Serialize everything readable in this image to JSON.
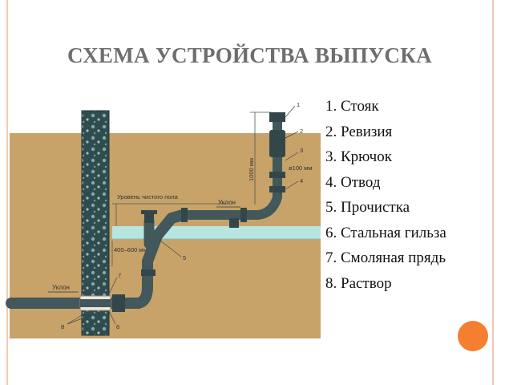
{
  "title": "СХЕМА УСТРОЙСТВА ВЫПУСКА",
  "legend": [
    "1. Стояк",
    "2. Ревизия",
    "3. Крючок",
    "4. Отвод",
    "5. Прочистка",
    "6. Стальная гильза",
    "7. Смоляная прядь",
    "8. Раствор"
  ],
  "diagram": {
    "floor_level_label": "Уровень чистого пола",
    "slope_label_upper": "Уклон",
    "slope_label_lower": "Уклон",
    "dimension_height": "1000 мм",
    "pipe_diameter": "ø100 мм",
    "dimension_depth": "400–600 мм",
    "callouts": [
      "1",
      "2",
      "3",
      "4",
      "5",
      "6",
      "7",
      "8"
    ]
  },
  "colors": {
    "soil": "#c7a36a",
    "floor_slab": "#b8e5e2",
    "wall": "#2f4c4e",
    "pipe": "#42585a",
    "title": "#6e6e6e",
    "accent": "#f57f30"
  }
}
